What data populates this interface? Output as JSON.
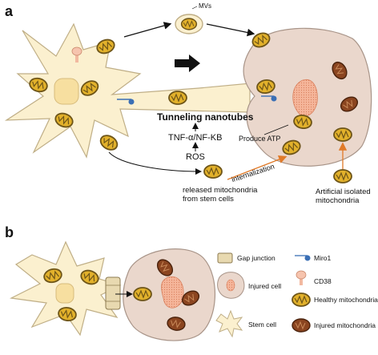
{
  "panels": {
    "a": {
      "letter": "a",
      "labels": {
        "mvs": "MVs",
        "tunneling_nanotubes": "Tunneling nanotubes",
        "tnf_nfkb": "TNF-α/NF-KB",
        "ros": "ROS",
        "produce_atp": "Produce ATP",
        "internalization": "internalization",
        "released_line1": "released mitochondria",
        "released_line2": "from stem cells",
        "artificial_line1": "Artificial isolated",
        "artificial_line2": "mitochondria"
      }
    },
    "b": {
      "letter": "b",
      "legend": [
        {
          "key": "gap",
          "label": "Gap junction",
          "icon": "gap-junction-icon"
        },
        {
          "key": "miro1",
          "label": "Miro1",
          "icon": "miro1-icon"
        },
        {
          "key": "cd38",
          "label": "CD38",
          "icon": "cd38-icon"
        },
        {
          "key": "injured_cell",
          "label": "Injured cell",
          "icon": "injured-cell-icon"
        },
        {
          "key": "healthy_mito",
          "label": "Healthy mitochondria",
          "icon": "healthy-mitochondria-icon"
        },
        {
          "key": "stem_cell",
          "label": "Stem cell",
          "icon": "stem-cell-icon"
        },
        {
          "key": "injured_mito",
          "label": "Injured mitochondria",
          "icon": "injured-mitochondria-icon"
        }
      ]
    }
  },
  "colors": {
    "stem_cell_fill": "#fbf0cf",
    "stem_cell_stroke": "#bfae86",
    "injured_cell_fill": "#ead7cc",
    "injured_cell_stroke": "#a89488",
    "healthy_mito_fill": "#e2b12b",
    "healthy_mito_stroke": "#6e5518",
    "injured_mito_fill": "#8b4520",
    "arrow_orange": "#e07a28",
    "miro_blue": "#3a6fb5"
  }
}
